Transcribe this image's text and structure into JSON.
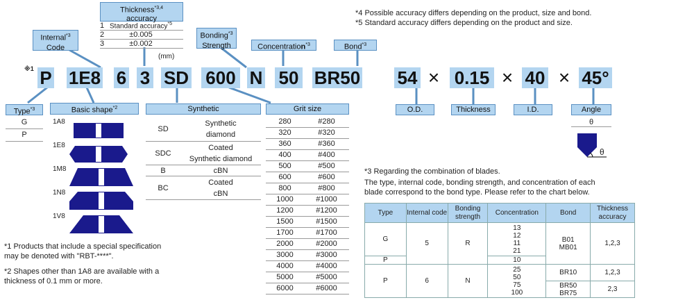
{
  "notes_top": {
    "n4": "*4 Possible accuracy differs depending on the product, size and bond.",
    "n5": "*5 Standard accuracy differs depending on the product and size."
  },
  "labels": {
    "thickness_accuracy": "Thickness",
    "thickness_accuracy_sup": "*3,4",
    "thickness_accuracy_2": "accuracy",
    "internal_code": "Internal",
    "internal_code_sup": "*3",
    "internal_code_2": "Code",
    "bonding_strength": "Bonding",
    "bonding_strength_sup": "*3",
    "bonding_strength_2": "Strength",
    "concentration": "Concentratio",
    "concentration_bold": "n",
    "concentration_sup": "*3",
    "bond": "Bond",
    "bond_sup": "*3",
    "od": "O.D.",
    "thickness": "Thickness",
    "id": "I.D.",
    "angle": "Angle",
    "type": "Type",
    "type_sup": "*3",
    "basic_shape": "Basic shape",
    "basic_shape_sup": "*2",
    "synthetic": "Synthetic",
    "grit_size": "Grit size",
    "mm": "(mm)",
    "star1": "※1"
  },
  "accuracy_rows": [
    {
      "no": "1",
      "val": "Standard accuracy",
      "sup": "*5"
    },
    {
      "no": "2",
      "val": "±0.005",
      "sup": ""
    },
    {
      "no": "3",
      "val": "±0.002",
      "sup": ""
    }
  ],
  "code_parts": [
    "P",
    "1E8",
    "6",
    "3",
    "SD",
    "600",
    "N",
    "50",
    "BR50",
    "54",
    "0.15",
    "40",
    "45°"
  ],
  "times": "×",
  "types": [
    "G",
    "P"
  ],
  "shapes": [
    "1A8",
    "1E8",
    "1M8",
    "1N8",
    "1V8"
  ],
  "synthetic_rows": [
    {
      "code": "SD",
      "l1": "Synthetic",
      "l2": "diamond"
    },
    {
      "code": "SDC",
      "l1": "Coated",
      "l2": "Synthetic diamond"
    },
    {
      "code": "B",
      "l1": "cBN",
      "l2": ""
    },
    {
      "code": "BC",
      "l1": "Coated",
      "l2": "cBN"
    }
  ],
  "grit_rows": [
    [
      "280",
      "#280"
    ],
    [
      "320",
      "#320"
    ],
    [
      "360",
      "#360"
    ],
    [
      "400",
      "#400"
    ],
    [
      "500",
      "#500"
    ],
    [
      "600",
      "#600"
    ],
    [
      "800",
      "#800"
    ],
    [
      "1000",
      "#1000"
    ],
    [
      "1200",
      "#1200"
    ],
    [
      "1500",
      "#1500"
    ],
    [
      "1700",
      "#1700"
    ],
    [
      "2000",
      "#2000"
    ],
    [
      "3000",
      "#3000"
    ],
    [
      "4000",
      "#4000"
    ],
    [
      "5000",
      "#5000"
    ],
    [
      "6000",
      "#6000"
    ]
  ],
  "theta": "θ",
  "notes_bottom": {
    "n1a": "*1 Products that include a special specification",
    "n1b": "may be denoted with \"RBT-****\".",
    "n2a": "*2 Shapes other than 1A8 are available with a",
    "n2b": "thickness of 0.1 mm or more."
  },
  "note3": {
    "title": "*3 Regarding the combination of blades.",
    "l1": "The type, internal code, bonding strength, and concentration of each",
    "l2": "blade correspond to the bond type. Please refer to the chart below."
  },
  "blade_table": {
    "headers": [
      "Type",
      "Internal code",
      "Bonding strength",
      "Concentration",
      "Bond",
      "Thickness accuracy"
    ],
    "g_type": "G",
    "g_code": "5",
    "g_strength": "R",
    "g_conc": [
      "13",
      "12",
      "11",
      "21"
    ],
    "g_bond": [
      "B01",
      "MB01"
    ],
    "g_acc": "1,2,3",
    "p1_type": "P",
    "p1_conc": "10",
    "p2_type": "P",
    "p2_code": "6",
    "p2_strength": "N",
    "p2_conc": [
      "25",
      "50",
      "75",
      "100"
    ],
    "p2_bond1": "BR10",
    "p2_acc1": "1,2,3",
    "p2_bond2": [
      "BR50",
      "BR75"
    ],
    "p2_acc2": "2,3"
  },
  "colors": {
    "accent": "#b3d5f0",
    "border": "#5a90c2",
    "shape": "#1a1a8c"
  }
}
